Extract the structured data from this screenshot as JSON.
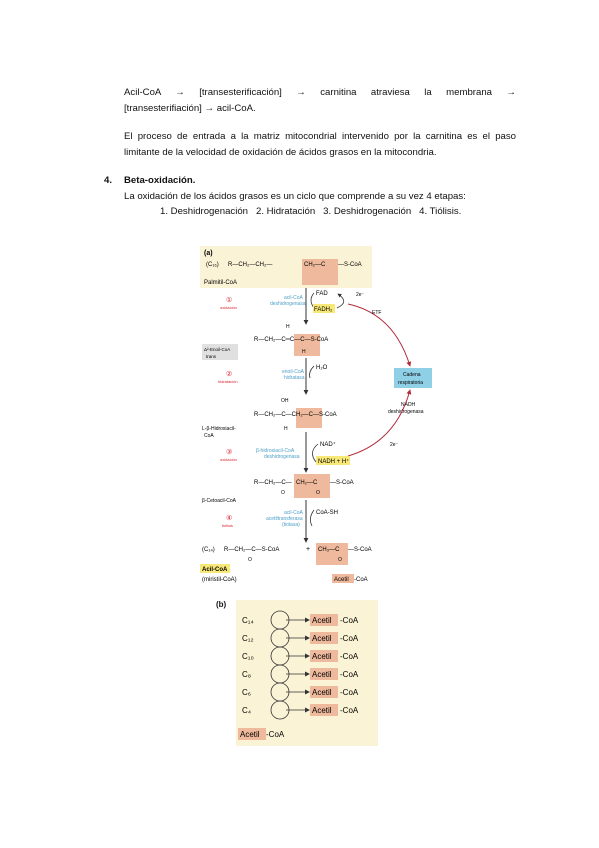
{
  "paragraphs": {
    "p1_line1": "Acil-CoA → [transesterificación] → carnitina atraviesa la membrana →",
    "p1_line2": "[transesterifiación] → acil-CoA.",
    "p2_line1": "El proceso de entrada a la matriz mitocondrial intervenido por la carnitina es el paso",
    "p2_line2": "limitante de la velocidad de oxidación de ácidos grasos en la mitocondria."
  },
  "section": {
    "number": "4.",
    "title": "Beta-oxidación.",
    "intro": "La oxidación de los ácidos grasos es un ciclo que comprende a su vez 4 etapas:",
    "steps": "1. Deshidrogenación   2. Hidratación   3. Deshidrogenación   4. Tiólisis."
  },
  "figure_a": {
    "panel_label": "(a)",
    "palmitil": {
      "cn": "(C₁₆)",
      "formula_left": "R—CH₂—CH₂—",
      "formula_hl": "CH₂—C",
      "formula_right": "—S-CoA",
      "name": "Palmitil-CoA"
    },
    "step1": {
      "num": "①",
      "word": "oxidación",
      "enzyme1": "acil-CoA",
      "enzyme2": "deshidrogenasa",
      "cof_in": "FAD",
      "cof_out": "FADH₂"
    },
    "etf": "ETF",
    "e_label": "2e⁻",
    "cadena1": "Cadena",
    "cadena2": "respiratoria",
    "nadh1": "NADH",
    "nadh2": "deshidrogenasa",
    "enoil": {
      "formula": "R—CH₂—C═C—C—S-CoA",
      "name1": "Δ²-Enoil-CoA",
      "name2": "trans"
    },
    "step2": {
      "num": "②",
      "word": "hidratación",
      "enzyme1": "enoil-CoA",
      "enzyme2": "hidratasa",
      "cof_in": "H₂O"
    },
    "hidroxi": {
      "oh": "OH",
      "formula": "R—CH₂—C—CH₂—C—S-CoA",
      "h": "H",
      "name1": "L-β-Hidroxiacil-",
      "name2": "CoA"
    },
    "step3": {
      "num": "③",
      "word": "oxidación",
      "enzyme1": "β-hidroxiacil-CoA",
      "enzyme2": "deshidrogenasa",
      "cof_in": "NAD⁺",
      "cof_out": "NADH + H⁺"
    },
    "ceto": {
      "formula_left": "R—CH₂—C—",
      "formula_hl": "CH₂—C",
      "formula_right": "—S-CoA",
      "name": "β-Cetoacil-CoA"
    },
    "step4": {
      "num": "④",
      "word": "tiólisis",
      "enzyme1": "acil-CoA",
      "enzyme2": "acetiltransferasa",
      "enzyme3": "(tiolasa)",
      "cof_in": "CoA-SH"
    },
    "products": {
      "cn": "(C₁₄)",
      "formula": "R—CH₂—C—S-CoA",
      "plus": "+",
      "acetyl_hl": "CH₃—C",
      "acetyl_right": "—S-CoA",
      "name1": "Acil-CoA",
      "name2": "(miristil-CoA)",
      "acetyl_name_hl": "Acetil",
      "acetyl_name_right": "-CoA"
    }
  },
  "figure_b": {
    "panel_label": "(b)",
    "rows": [
      {
        "carbon": "C₁₄",
        "acetyl": "Acetil",
        "coa": "-CoA"
      },
      {
        "carbon": "C₁₂",
        "acetyl": "Acetil",
        "coa": "-CoA"
      },
      {
        "carbon": "C₁₀",
        "acetyl": "Acetil",
        "coa": "-CoA"
      },
      {
        "carbon": "C₈",
        "acetyl": "Acetil",
        "coa": "-CoA"
      },
      {
        "carbon": "C₆",
        "acetyl": "Acetil",
        "coa": "-CoA"
      },
      {
        "carbon": "C₄",
        "acetyl": "Acetil",
        "coa": "-CoA"
      }
    ],
    "final_hl": "Acetil",
    "final_coa": "-CoA"
  },
  "colors": {
    "panel_bg": "#fbf3d6",
    "highlight": "#eeb99c",
    "enzyme_blue": "#4c9fc8",
    "step_red": "#d8242d",
    "box_blue": "#8fd0e6",
    "arc": "#b22b3a"
  }
}
